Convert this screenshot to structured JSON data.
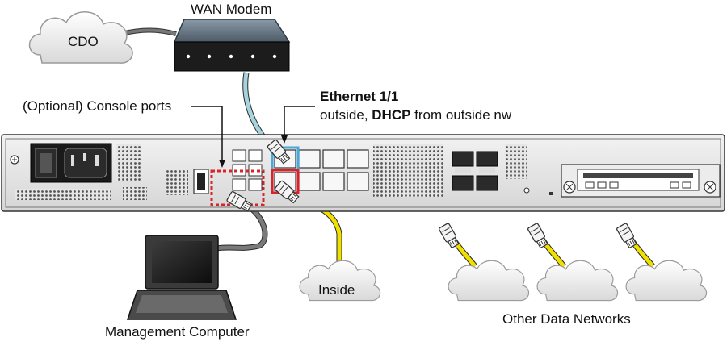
{
  "labels": {
    "cdo": "CDO",
    "wan_modem": "WAN Modem",
    "console_ports": "(Optional) Console ports",
    "ethernet_title": "Ethernet 1/1",
    "ethernet_desc_prefix": "outside, ",
    "ethernet_desc_bold": "DHCP",
    "ethernet_desc_suffix": " from outside nw",
    "inside": "Inside",
    "management_computer": "Management Computer",
    "other_networks": "Other Data Networks"
  },
  "colors": {
    "wan_cable": "#a7d3dc",
    "data_cable": "#f0e000",
    "console_cable": "#6a6a6a",
    "cdo_cable": "#6a6a6a",
    "console_highlight": "#d8232a",
    "outside_port_highlight": "#4aa7d8",
    "inside_port_highlight": "#d8232a",
    "chassis": "#e4e4e4"
  },
  "icons": [
    "cloud-icon",
    "modem-icon",
    "laptop-icon",
    "rj45-connector-icon",
    "appliance-chassis-icon"
  ]
}
